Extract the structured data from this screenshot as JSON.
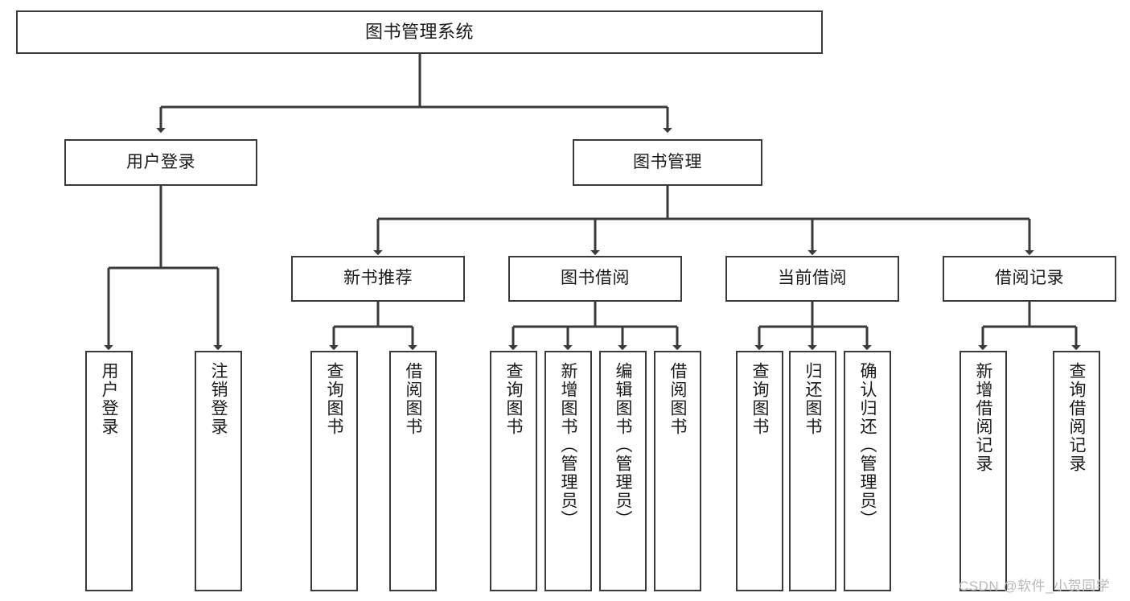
{
  "diagram": {
    "title": "图书管理系统",
    "watermark": "CSDN @软件_小贺同学",
    "nodes": {
      "root": {
        "label": "图书管理系统"
      },
      "level1": [
        {
          "id": "user-login",
          "label": "用户登录"
        },
        {
          "id": "book-manage",
          "label": "图书管理"
        }
      ],
      "level2": [
        {
          "id": "new-book-recommend",
          "label": "新书推荐"
        },
        {
          "id": "book-borrow",
          "label": "图书借阅"
        },
        {
          "id": "current-borrow",
          "label": "当前借阅"
        },
        {
          "id": "borrow-record",
          "label": "借阅记录"
        }
      ],
      "leaves": [
        {
          "id": "leaf-user-login",
          "label": "用户登录",
          "parent": "user-login"
        },
        {
          "id": "leaf-user-logout",
          "label": "注销登录",
          "parent": "user-login"
        },
        {
          "id": "leaf-query-book-1",
          "label": "查询图书",
          "parent": "new-book-recommend"
        },
        {
          "id": "leaf-borrow-book-1",
          "label": "借阅图书",
          "parent": "new-book-recommend"
        },
        {
          "id": "leaf-query-book-2",
          "label": "查询图书",
          "parent": "book-borrow"
        },
        {
          "id": "leaf-add-book",
          "label": "新增图书（管理员）",
          "parent": "book-borrow"
        },
        {
          "id": "leaf-edit-book",
          "label": "编辑图书（管理员）",
          "parent": "book-borrow"
        },
        {
          "id": "leaf-borrow-book-2",
          "label": "借阅图书",
          "parent": "book-borrow"
        },
        {
          "id": "leaf-query-book-3",
          "label": "查询图书",
          "parent": "current-borrow"
        },
        {
          "id": "leaf-return-book",
          "label": "归还图书",
          "parent": "current-borrow"
        },
        {
          "id": "leaf-confirm-return",
          "label": "确认归还（管理员）",
          "parent": "current-borrow"
        },
        {
          "id": "leaf-add-record",
          "label": "新增借阅记录",
          "parent": "borrow-record"
        },
        {
          "id": "leaf-query-record",
          "label": "查询借阅记录",
          "parent": "borrow-record"
        }
      ]
    },
    "colors": {
      "border": "#3a3a3a",
      "line": "#3a3a3a",
      "background": "#ffffff",
      "text": "#1a1a1a",
      "watermark": "#b9b9b9"
    }
  }
}
